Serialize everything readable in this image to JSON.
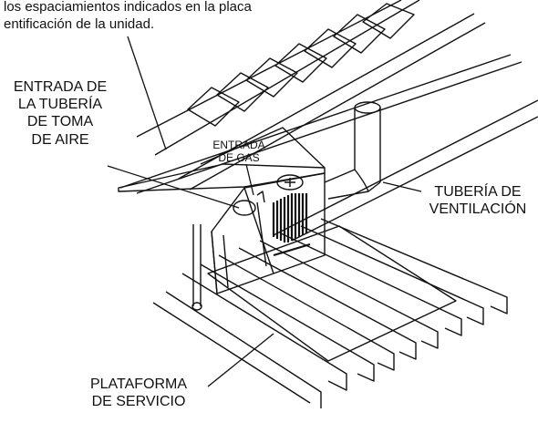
{
  "caption": {
    "line1": "los espaciamientos indicados en la placa",
    "line2": "entificación de la unidad."
  },
  "labels": {
    "air_intake": [
      "ENTRADA DE",
      "LA TUBERÍA",
      "DE TOMA",
      "DE AIRE"
    ],
    "gas_inlet": [
      "ENTRADA",
      "DE GAS"
    ],
    "vent_pipe": [
      "TUBERÍA DE",
      "VENTILACIÓN"
    ],
    "service_platform": [
      "PLATAFORMA",
      "DE SERVICIO"
    ]
  },
  "colors": {
    "line": "#111111",
    "background": "#ffffff"
  }
}
